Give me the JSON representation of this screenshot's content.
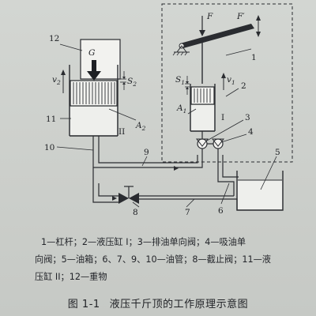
{
  "figure": {
    "labels": {
      "n1": "1",
      "n2": "2",
      "n3": "3",
      "n4": "4",
      "n5": "5",
      "n6": "6",
      "n7": "7",
      "n8": "8",
      "n9": "9",
      "n10": "10",
      "n11": "11",
      "n12": "12",
      "F": "F",
      "F_prime": "F′",
      "G": "G",
      "S1": "S",
      "S1_sub": "1",
      "S2": "S",
      "S2_sub": "2",
      "v1": "v",
      "v1_sub": "1",
      "v2": "v",
      "v2_sub": "2",
      "A1": "A",
      "A1_sub": "1",
      "A2": "A",
      "A2_sub": "2",
      "roman_I": "I",
      "roman_II": "II"
    }
  },
  "legend": {
    "line1": "1—杠杆；2—液压缸 I；3—排油单向阀；4—吸油单",
    "line2": "向阀；5—油箱；6、7、9、10—油管；8—截止阀；11—液",
    "line3": "压缸 II；12—重物"
  },
  "caption": {
    "number": "图 1-1",
    "title": "液压千斤顶的工作原理示意图"
  }
}
